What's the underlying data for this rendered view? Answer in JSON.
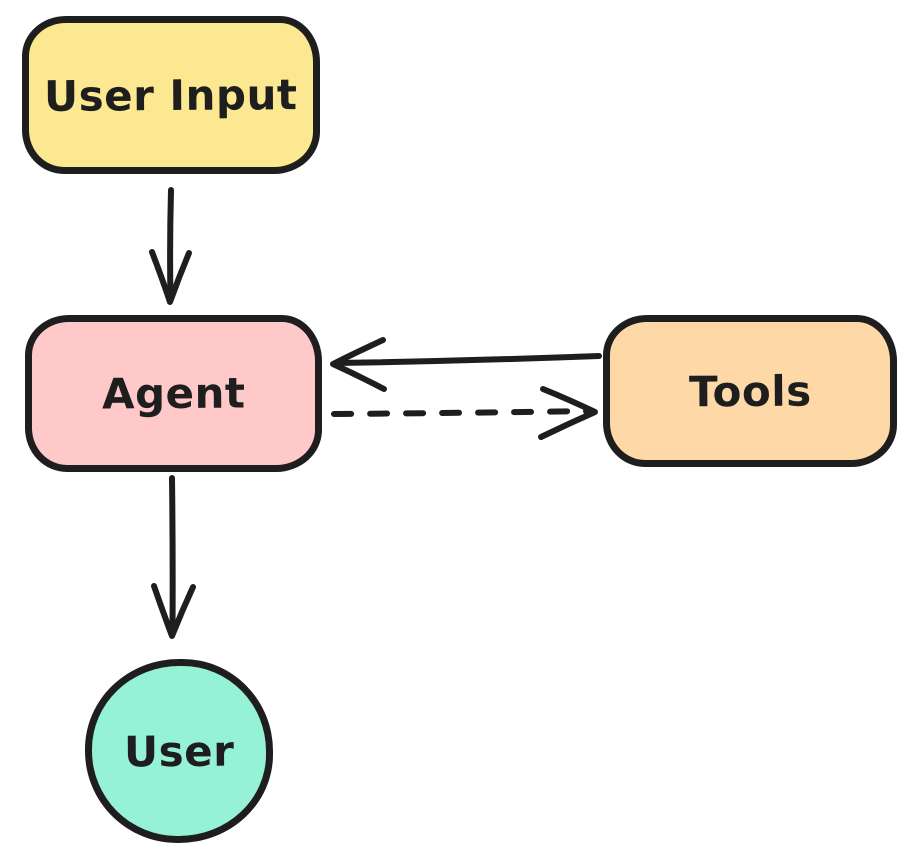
{
  "diagram": {
    "title": "Agent flow diagram",
    "background": "#ffffff",
    "stroke_color": "#1e1e1e",
    "text_color": "#1e1e1e",
    "nodes": [
      {
        "id": "user-input",
        "label": "User Input",
        "shape": "rounded-rectangle",
        "fill": "#FCE890"
      },
      {
        "id": "agent",
        "label": "Agent",
        "shape": "rounded-rectangle",
        "fill": "#FFC9C9"
      },
      {
        "id": "tools",
        "label": "Tools",
        "shape": "rounded-rectangle",
        "fill": "#FFD8A8"
      },
      {
        "id": "user",
        "label": "User",
        "shape": "circle",
        "fill": "#96F2D7"
      }
    ],
    "edges": [
      {
        "id": "user-input-to-agent",
        "from": "user-input",
        "to": "agent",
        "style": "solid",
        "arrowhead": "open",
        "direction": "down"
      },
      {
        "id": "tools-to-agent",
        "from": "tools",
        "to": "agent",
        "style": "solid",
        "arrowhead": "open",
        "direction": "left"
      },
      {
        "id": "agent-to-tools",
        "from": "agent",
        "to": "tools",
        "style": "dashed",
        "arrowhead": "open",
        "direction": "right"
      },
      {
        "id": "agent-to-user",
        "from": "agent",
        "to": "user",
        "style": "solid",
        "arrowhead": "open",
        "direction": "down"
      }
    ]
  }
}
